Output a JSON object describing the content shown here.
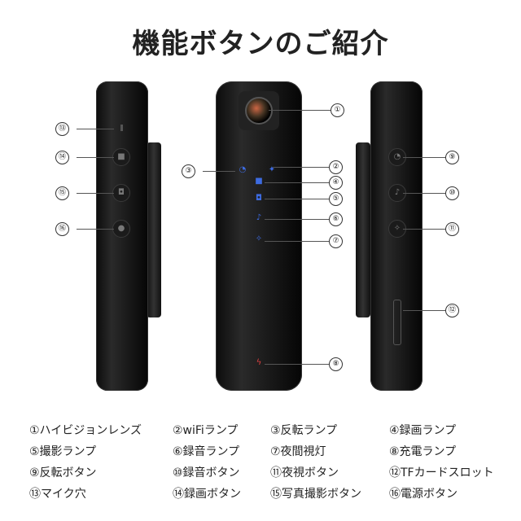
{
  "title": "機能ボタンのご紹介",
  "callouts": [
    "①",
    "②",
    "③",
    "④",
    "⑤",
    "⑥",
    "⑦",
    "⑧",
    "⑨",
    "⑩",
    "⑪",
    "⑫",
    "⑬",
    "⑭",
    "⑮",
    "⑯"
  ],
  "legend": [
    "①ハイビジョンレンズ",
    "②wiFiランプ",
    "③反転ランプ",
    "④録画ランプ",
    "⑤撮影ランプ",
    "⑥録音ランプ",
    "⑦夜間視灯",
    "⑧充電ランプ",
    "⑨反転ボタン",
    "⑩録音ボタン",
    "⑪夜視ボタン",
    "⑫TFカードスロット",
    "⑬マイク穴",
    "⑭録画ボタン",
    "⑮写真撮影ボタン",
    "⑯電源ボタン"
  ],
  "colors": {
    "led": "#3d6be0",
    "charge": "#e04040"
  }
}
